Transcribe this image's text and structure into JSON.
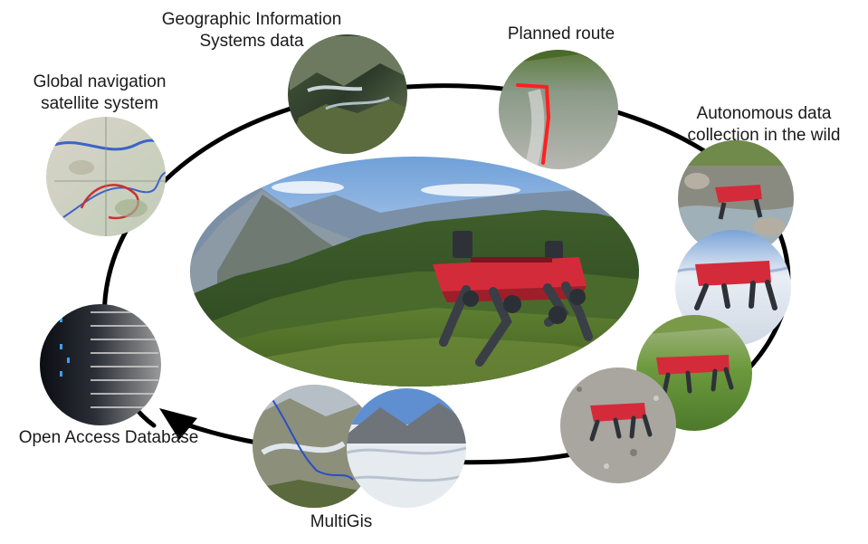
{
  "labels": {
    "gis": [
      "Geographic Information",
      "Systems data"
    ],
    "planned": [
      "Planned route"
    ],
    "gnss": [
      "Global navigation",
      "satellite system"
    ],
    "autonomous": [
      "Autonomous data",
      "collection in the wild"
    ],
    "database": [
      "Open Access Database"
    ],
    "multigis": [
      "MultiGis"
    ]
  },
  "colors": {
    "cycle_line": "#000000",
    "robot": "#d42b3a",
    "route": "#ff2020",
    "sky": "#8fb6e0",
    "forest": "#3d5a2a",
    "snow": "#dfe7f2"
  }
}
